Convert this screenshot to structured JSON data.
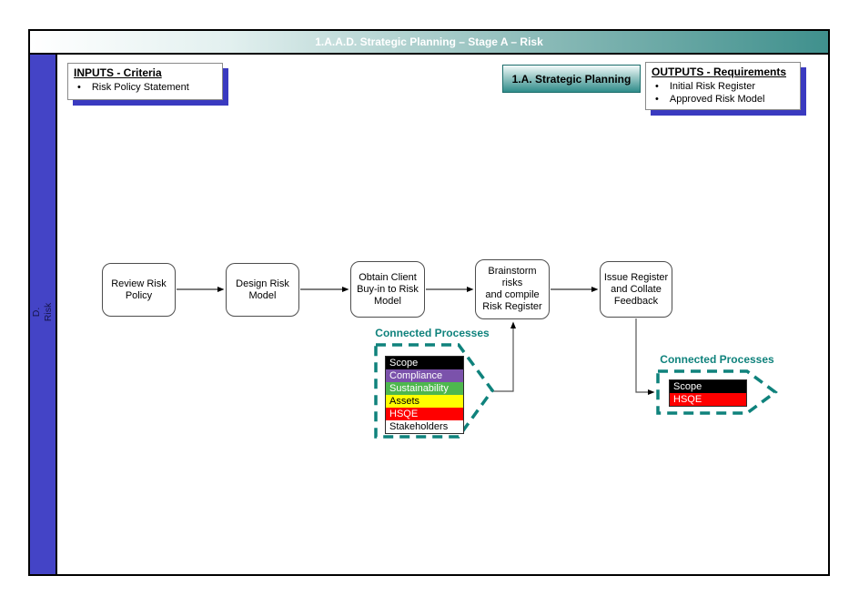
{
  "window": {
    "title": "1.A.A.D. Strategic Planning – Stage A – Risk"
  },
  "sidebar": {
    "stage_code": "D.",
    "stage_name": "Risk"
  },
  "inputs_panel": {
    "title": "INPUTS - Criteria",
    "items": [
      "Risk Policy Statement"
    ]
  },
  "stage_box": {
    "label": "1.A. Strategic Planning"
  },
  "outputs_panel": {
    "title": "OUTPUTS - Requirements",
    "items": [
      "Initial Risk Register",
      "Approved Risk Model"
    ]
  },
  "flow": {
    "steps": [
      {
        "label": "Review Risk\nPolicy"
      },
      {
        "label": "Design Risk\nModel"
      },
      {
        "label": "Obtain Client\nBuy-in to Risk\nModel"
      },
      {
        "label": "Brainstorm\nrisks\nand compile\nRisk Register"
      },
      {
        "label": "Issue Register\nand Collate\nFeedback"
      }
    ]
  },
  "connected_processes_1": {
    "title": "Connected Processes",
    "items": [
      {
        "label": "Scope",
        "color": "#000000",
        "text_color": "#ffffff"
      },
      {
        "label": "Compliance",
        "color": "#7b52ab",
        "text_color": "#ffffff"
      },
      {
        "label": "Sustainability",
        "color": "#4eb74e",
        "text_color": "#ffffff"
      },
      {
        "label": "Assets",
        "color": "#ffff00",
        "text_color": "#000000"
      },
      {
        "label": "HSQE",
        "color": "#ff0000",
        "text_color": "#ffffff"
      },
      {
        "label": "Stakeholders",
        "color": "#ffffff",
        "text_color": "#000000"
      }
    ]
  },
  "connected_processes_2": {
    "title": "Connected Processes",
    "items": [
      {
        "label": "Scope",
        "color": "#000000",
        "text_color": "#ffffff"
      },
      {
        "label": "HSQE",
        "color": "#ff0000",
        "text_color": "#ffffff"
      }
    ]
  },
  "colors": {
    "teal_accent": "#0f827c",
    "title_bar_teal": "#3f908d",
    "sidebar_blue": "#4444c6",
    "panel_shadow_blue": "#3a3ac0"
  }
}
